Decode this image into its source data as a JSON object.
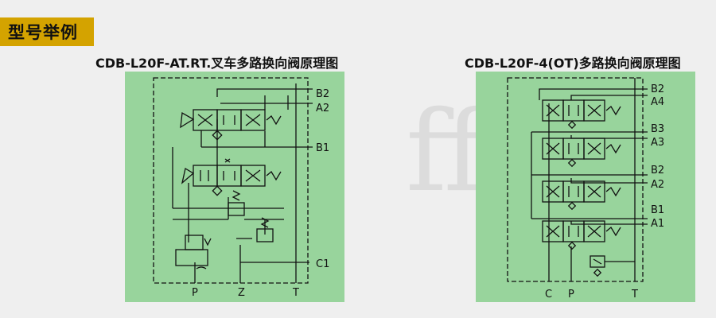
{
  "tag": {
    "label": "型号举例"
  },
  "diagrams": [
    {
      "title": "CDB-L20F-AT.RT.叉车多路换向阀原理图",
      "ports_right": [
        "B2",
        "A2",
        "B1",
        "C1"
      ],
      "ports_bottom": [
        "P",
        "Z",
        "T"
      ]
    },
    {
      "title": "CDB-L20F-4(OT)多路换向阀原理图",
      "ports_right": [
        "B2",
        "A4",
        "B3",
        "A3",
        "B2",
        "A2",
        "B1",
        "A1"
      ],
      "ports_bottom": [
        "C",
        "P",
        "T"
      ]
    }
  ],
  "colors": {
    "tag": "#d4a300",
    "panel": "#98d49c",
    "background": "#efefef",
    "line": "#111111"
  }
}
